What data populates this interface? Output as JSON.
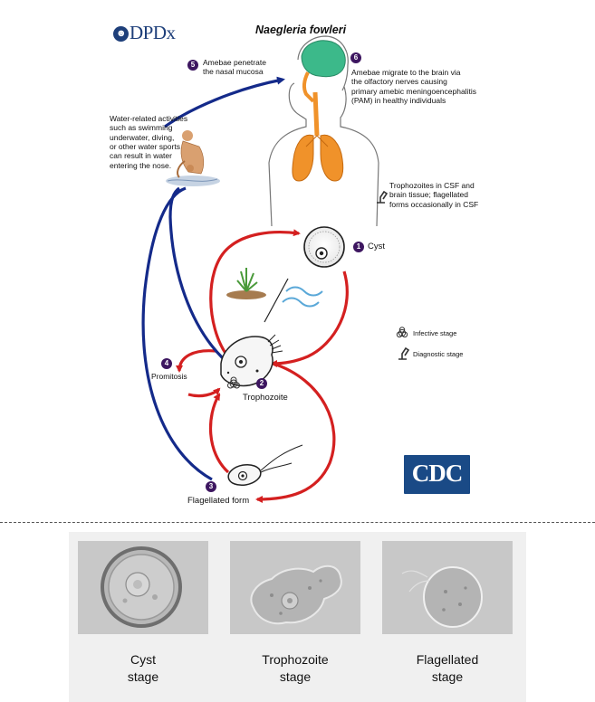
{
  "header": {
    "logo_text": "DPDx",
    "title": "Naegleria fowleri"
  },
  "stages": {
    "cyst": {
      "number": "1",
      "label": "Cyst"
    },
    "trophozoite": {
      "number": "2",
      "label": "Trophozoite"
    },
    "flagellated": {
      "number": "3",
      "label": "Flagellated form"
    },
    "promitosis": {
      "number": "4",
      "label": "Promitosis"
    },
    "nasal": {
      "number": "5",
      "label_lines": [
        "Amebae penetrate",
        "the nasal mucosa"
      ]
    },
    "brain": {
      "number": "6",
      "label_lines": [
        "Amebae migrate to the brain via",
        "the olfactory nerves causing",
        "primary amebic meningoencephalitis",
        "(PAM) in healthy individuals"
      ]
    }
  },
  "notes": {
    "water_activities": [
      "Water-related activities",
      "such as swimming",
      "underwater, diving,",
      "or other water sports",
      "can result in water",
      "entering the nose."
    ],
    "csf": [
      "Trophozoites in CSF and",
      "brain tissue; flagellated",
      "forms occasionally in CSF"
    ]
  },
  "legend": {
    "infective": "Infective stage",
    "diagnostic": "Diagnostic stage"
  },
  "cdc_logo": "CDC",
  "photos": [
    {
      "caption_lines": [
        "Cyst",
        "stage"
      ]
    },
    {
      "caption_lines": [
        "Trophozoite",
        "stage"
      ]
    },
    {
      "caption_lines": [
        "Flagellated",
        "stage"
      ]
    }
  ],
  "colors": {
    "red_arrow": "#d42020",
    "blue_arrow": "#142a8a",
    "badge": "#3d1660",
    "brain": "#3cb98a",
    "lungs": "#f0922a",
    "cdc": "#1a4a86"
  }
}
